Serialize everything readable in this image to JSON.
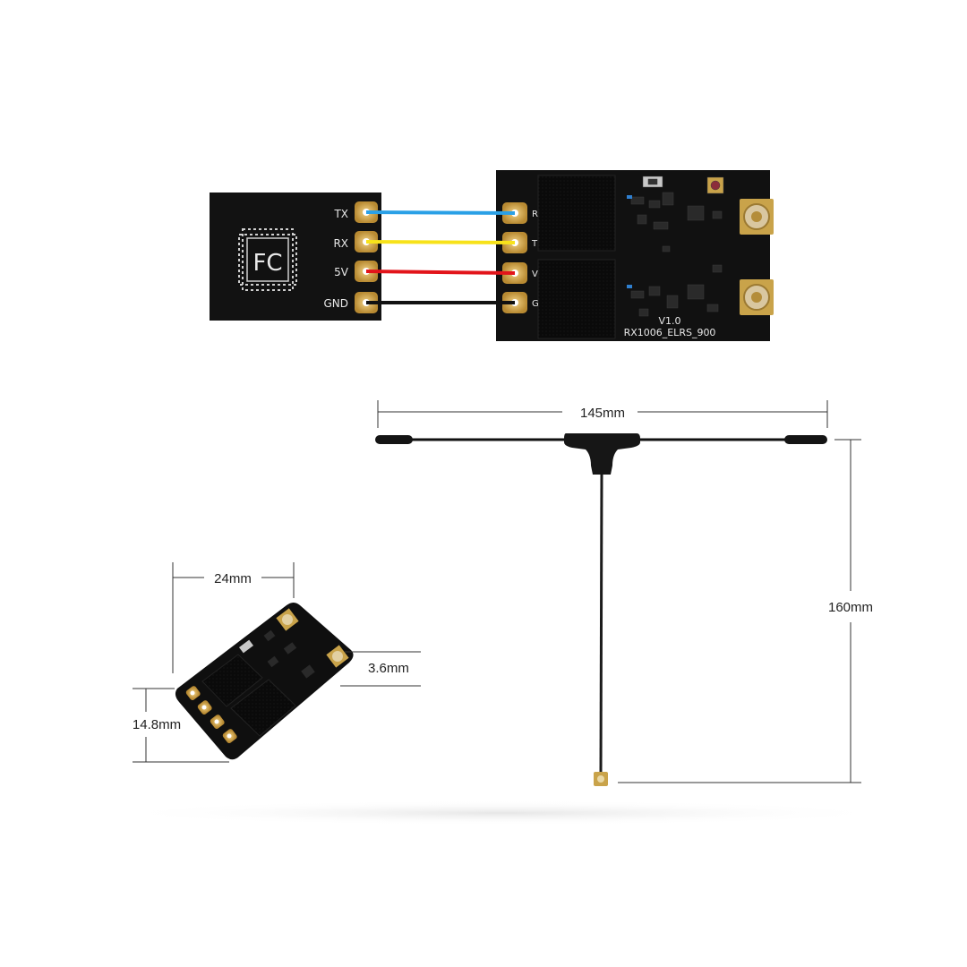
{
  "fc_board": {
    "chip_label": "FC",
    "pins": [
      "TX",
      "RX",
      "5V",
      "GND"
    ]
  },
  "receiver": {
    "version_label": "V1.0",
    "model_label": "RX1006_ELRS_900",
    "pad_letters": [
      "R",
      "T",
      "V",
      "G"
    ]
  },
  "wires": [
    {
      "from": "TX",
      "to": "R",
      "color": "#2aa0e6"
    },
    {
      "from": "RX",
      "to": "T",
      "color": "#f7e21a"
    },
    {
      "from": "5V",
      "to": "V",
      "color": "#e2141a"
    },
    {
      "from": "GND",
      "to": "G",
      "color": "#111111"
    }
  ],
  "dimensions": {
    "antenna_width": "145mm",
    "antenna_height": "160mm",
    "board_width": "24mm",
    "board_length": "14.8mm",
    "board_thickness": "3.6mm"
  },
  "colors": {
    "pcb": "#121212",
    "gold_pad": "#d9b25c",
    "dimension_line": "#333333"
  }
}
